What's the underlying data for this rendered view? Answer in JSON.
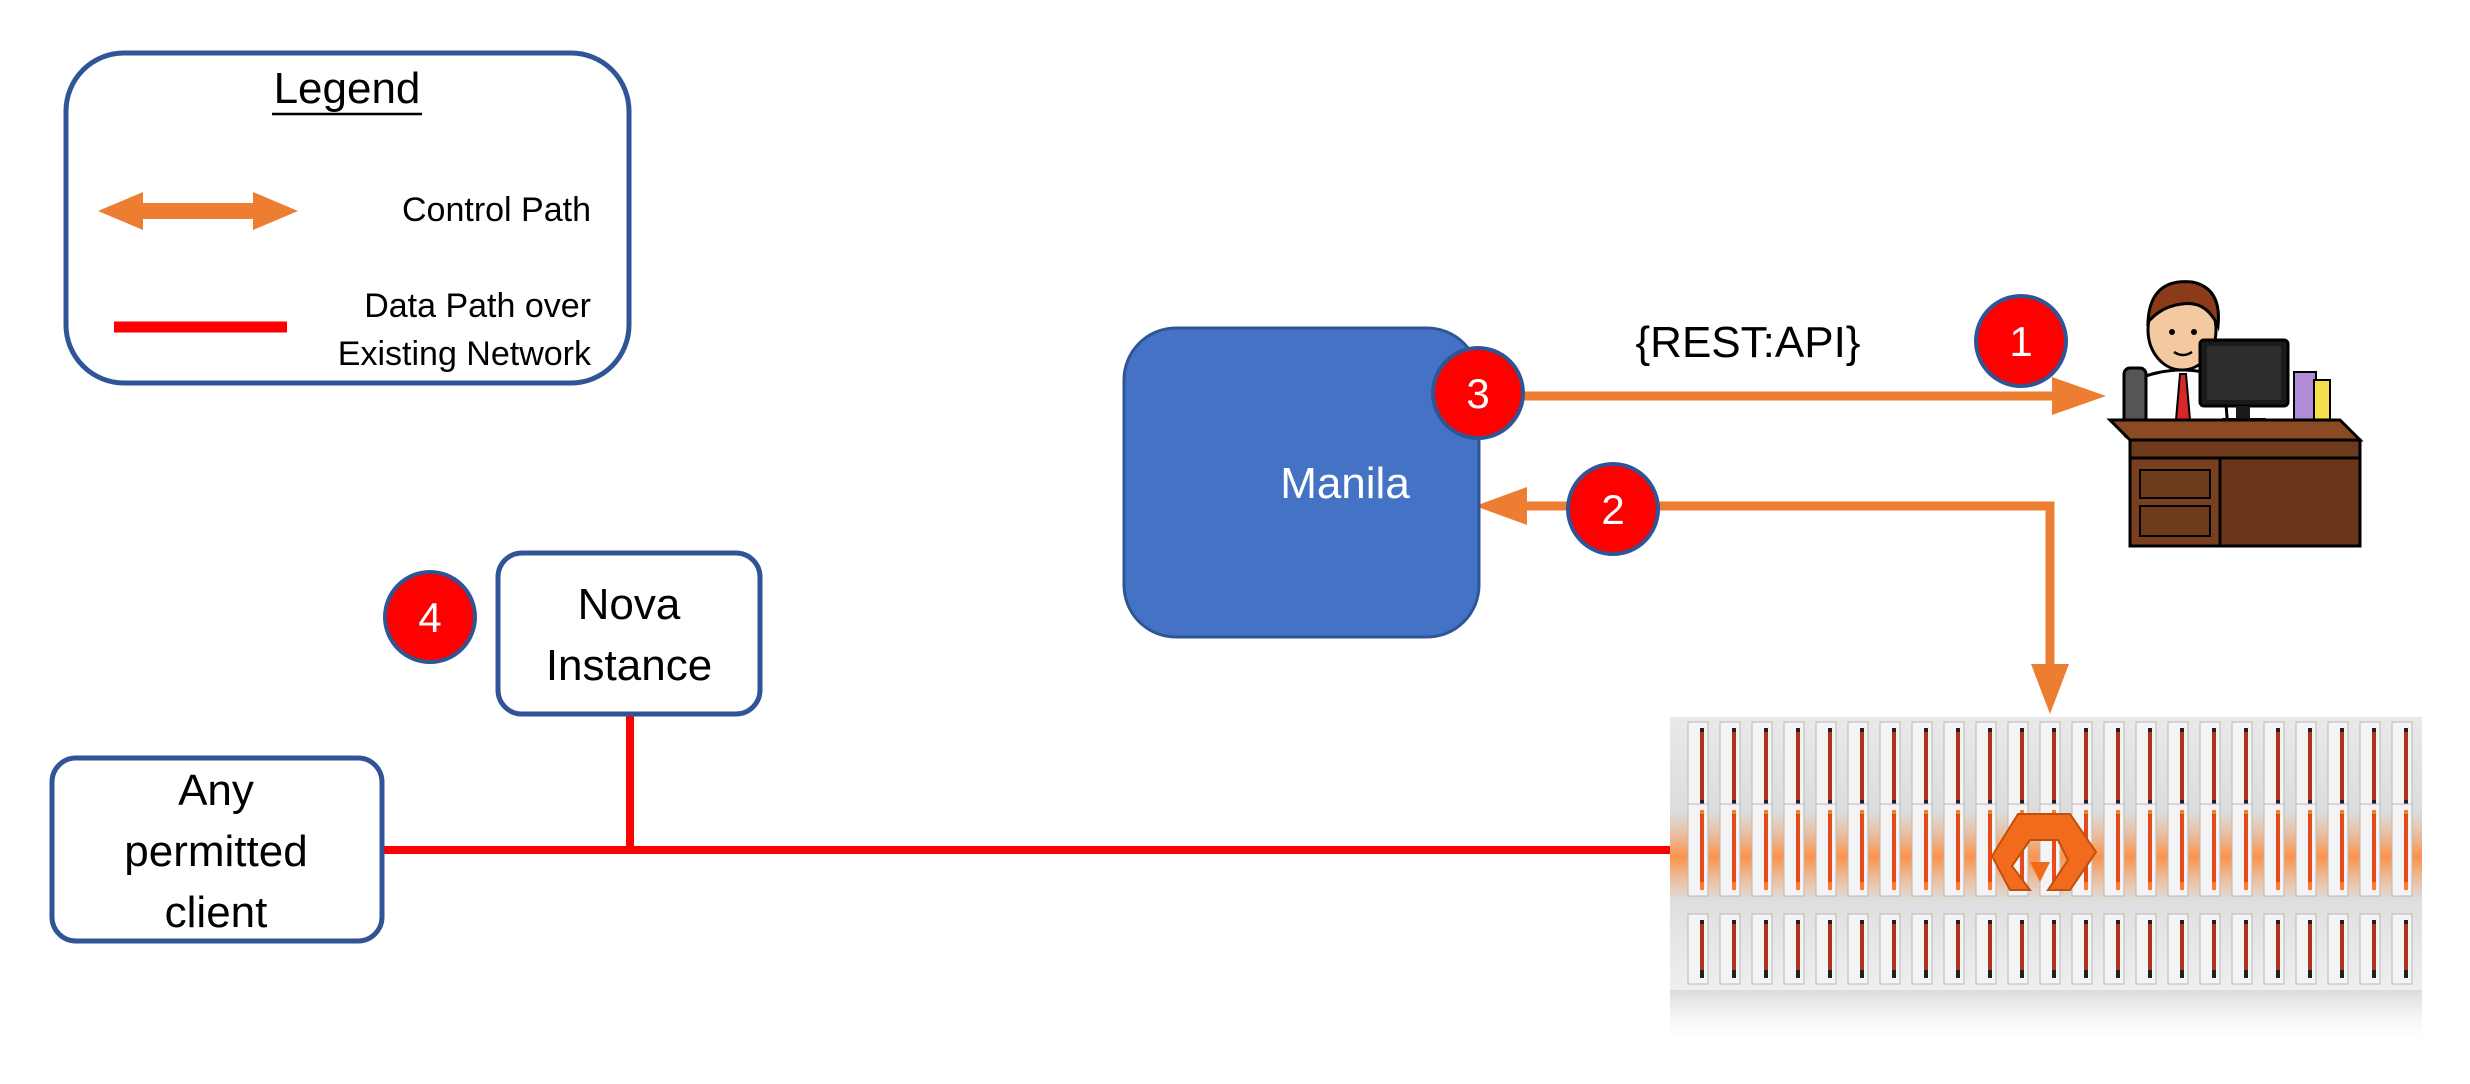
{
  "legend": {
    "title": "Legend",
    "control_path_label": "Control Path",
    "data_path_label_line1": "Data Path over",
    "data_path_label_line2": "Existing Network"
  },
  "nodes": {
    "manila": "Manila",
    "nova_line1": "Nova",
    "nova_line2": "Instance",
    "client_line1": "Any",
    "client_line2": "permitted",
    "client_line3": "client"
  },
  "rest_api_label": "{REST:API}",
  "badges": {
    "one": "1",
    "two": "2",
    "three": "3",
    "four": "4"
  },
  "colors": {
    "control_path": "#ED7D31",
    "data_path": "#FF0000",
    "node_border": "#2F5597",
    "manila_fill": "#4472C4",
    "badge_fill": "#FF0000"
  },
  "icons": {
    "admin": "admin-at-desk-icon",
    "storage": "storage-array-icon"
  }
}
